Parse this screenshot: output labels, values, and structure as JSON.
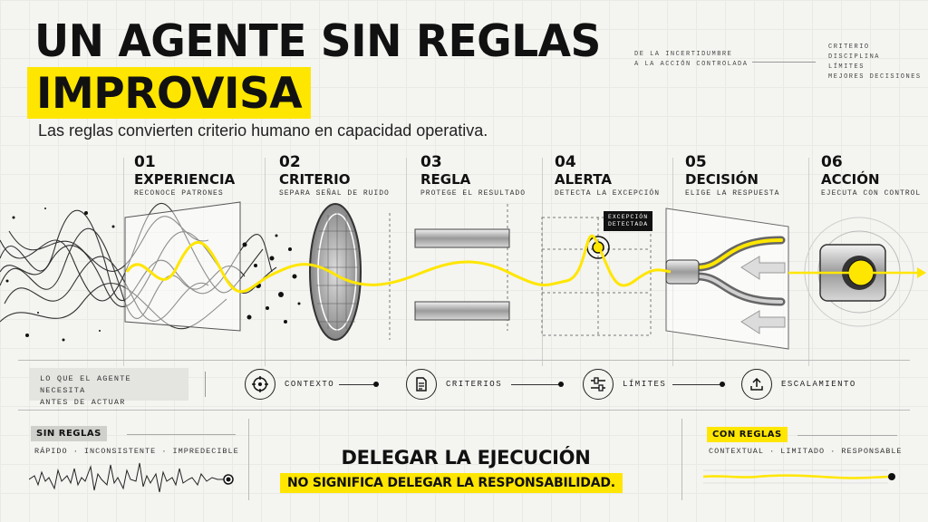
{
  "header": {
    "title_line1": "UN AGENTE SIN REGLAS",
    "title_line2": "IMPROVISA",
    "subtitle": "Las reglas convierten criterio humano en capacidad operativa.",
    "meta_left_1": "DE LA INCERTIDUMBRE",
    "meta_left_2": "A LA ACCIÓN CONTROLADA",
    "meta_right": [
      "CRITERIO",
      "DISCIPLINA",
      "LÍMITES",
      "MEJORES DECISIONES"
    ]
  },
  "steps": [
    {
      "num": "01",
      "name": "EXPERIENCIA",
      "desc": "RECONOCE PATRONES"
    },
    {
      "num": "02",
      "name": "CRITERIO",
      "desc": "SEPARA SEÑAL DE RUIDO"
    },
    {
      "num": "03",
      "name": "REGLA",
      "desc": "PROTEGE EL RESULTADO"
    },
    {
      "num": "04",
      "name": "ALERTA",
      "desc": "DETECTA LA EXCEPCIÓN"
    },
    {
      "num": "05",
      "name": "DECISIÓN",
      "desc": "ELIGE LA RESPUESTA"
    },
    {
      "num": "06",
      "name": "ACCIÓN",
      "desc": "EJECUTA CON CONTROL"
    }
  ],
  "alert_badge": {
    "line1": "EXCEPCIÓN",
    "line2": "DETECTADA"
  },
  "needs": {
    "label_line1": "LO QUE EL AGENTE NECESITA",
    "label_line2": "ANTES DE ACTUAR",
    "items": [
      {
        "label": "CONTEXTO",
        "icon": "target-icon"
      },
      {
        "label": "CRITERIOS",
        "icon": "document-icon"
      },
      {
        "label": "LÍMITES",
        "icon": "sliders-icon"
      },
      {
        "label": "ESCALAMIENTO",
        "icon": "upload-icon"
      }
    ]
  },
  "bottom": {
    "without_rules": {
      "tag": "SIN REGLAS",
      "desc": "RÁPIDO · INCONSISTENTE · IMPREDECIBLE"
    },
    "with_rules": {
      "tag": "CON REGLAS",
      "desc": "CONTEXTUAL · LIMITADO · RESPONSABLE"
    },
    "headline": "DELEGAR LA EJECUCIÓN",
    "highlight": "NO SIGNIFICA DELEGAR LA RESPONSABILIDAD."
  },
  "colors": {
    "accent": "#ffe600",
    "ink": "#111111",
    "background": "#f4f4f1"
  }
}
